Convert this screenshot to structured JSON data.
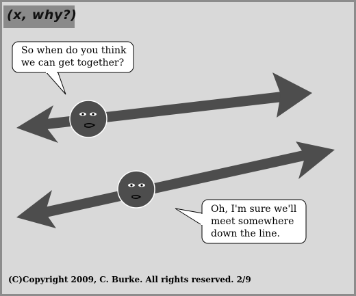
{
  "comic": {
    "title": "(x, why?)",
    "bubble_top": "So when do you think\nwe can get together?",
    "bubble_bottom": "Oh, I'm sure we'll\nmeet somewhere\ndown the line.",
    "copyright": "(C)Copyright 2009, C. Burke. All rights reserved. 2/9"
  },
  "colors": {
    "panel_bg": "#d9d9d9",
    "line_color": "#4d4d4d",
    "face_color": "#4d4d4d"
  }
}
